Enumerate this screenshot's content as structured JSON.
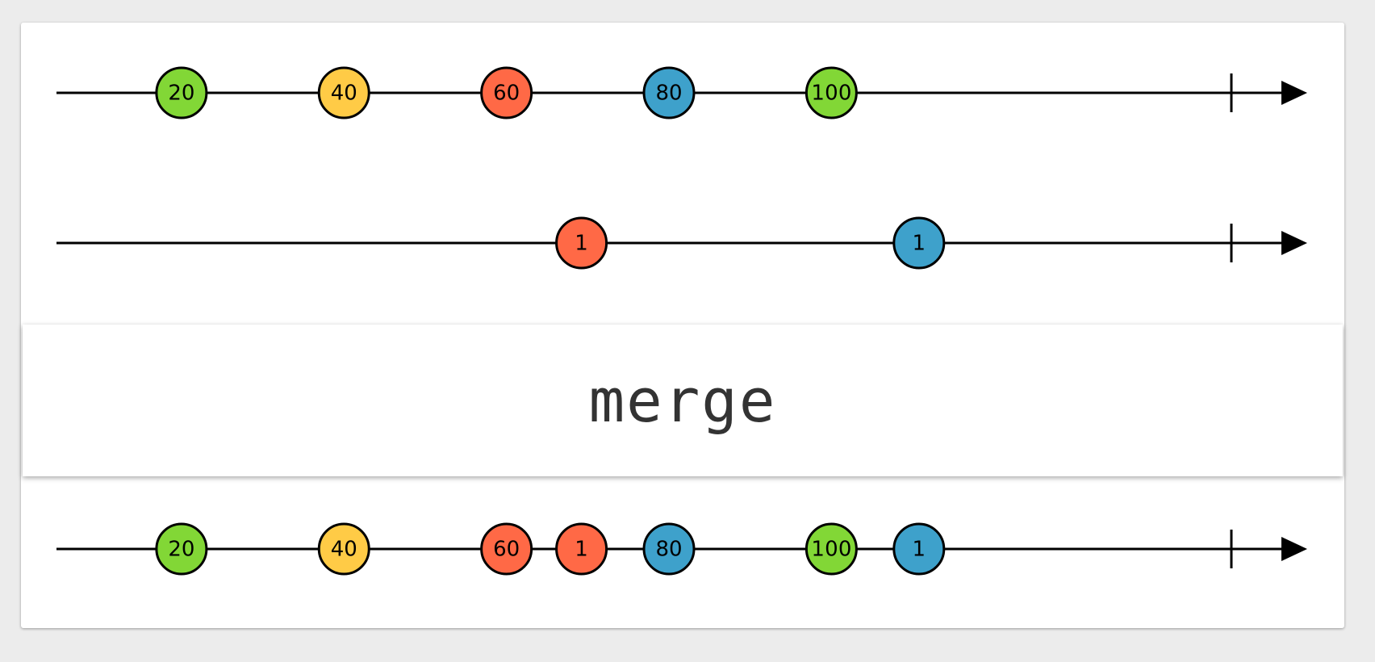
{
  "operator": {
    "label": "merge"
  },
  "colors": {
    "green": "#82d736",
    "yellow": "#ffcb46",
    "red": "#ff6946",
    "blue": "#3ea1cb",
    "stroke": "#000000"
  },
  "timelines": [
    {
      "id": "input-1",
      "marbles": [
        {
          "label": "20",
          "color": "green",
          "t": 10
        },
        {
          "label": "40",
          "color": "yellow",
          "t": 23
        },
        {
          "label": "60",
          "color": "red",
          "t": 36
        },
        {
          "label": "80",
          "color": "blue",
          "t": 49
        },
        {
          "label": "100",
          "color": "green",
          "t": 62
        }
      ],
      "completed": true
    },
    {
      "id": "input-2",
      "marbles": [
        {
          "label": "1",
          "color": "red",
          "t": 42
        },
        {
          "label": "1",
          "color": "blue",
          "t": 69
        }
      ],
      "completed": true
    },
    {
      "id": "output",
      "marbles": [
        {
          "label": "20",
          "color": "green",
          "t": 10
        },
        {
          "label": "40",
          "color": "yellow",
          "t": 23
        },
        {
          "label": "60",
          "color": "red",
          "t": 36
        },
        {
          "label": "1",
          "color": "red",
          "t": 42
        },
        {
          "label": "80",
          "color": "blue",
          "t": 49
        },
        {
          "label": "100",
          "color": "green",
          "t": 62
        },
        {
          "label": "1",
          "color": "blue",
          "t": 69
        }
      ],
      "completed": true
    }
  ]
}
